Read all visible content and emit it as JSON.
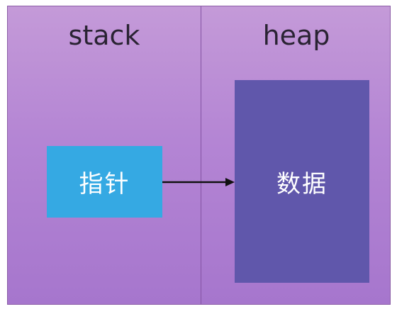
{
  "diagram": {
    "stack_label": "stack",
    "heap_label": "heap",
    "pointer_label": "指针",
    "data_label": "数据"
  }
}
